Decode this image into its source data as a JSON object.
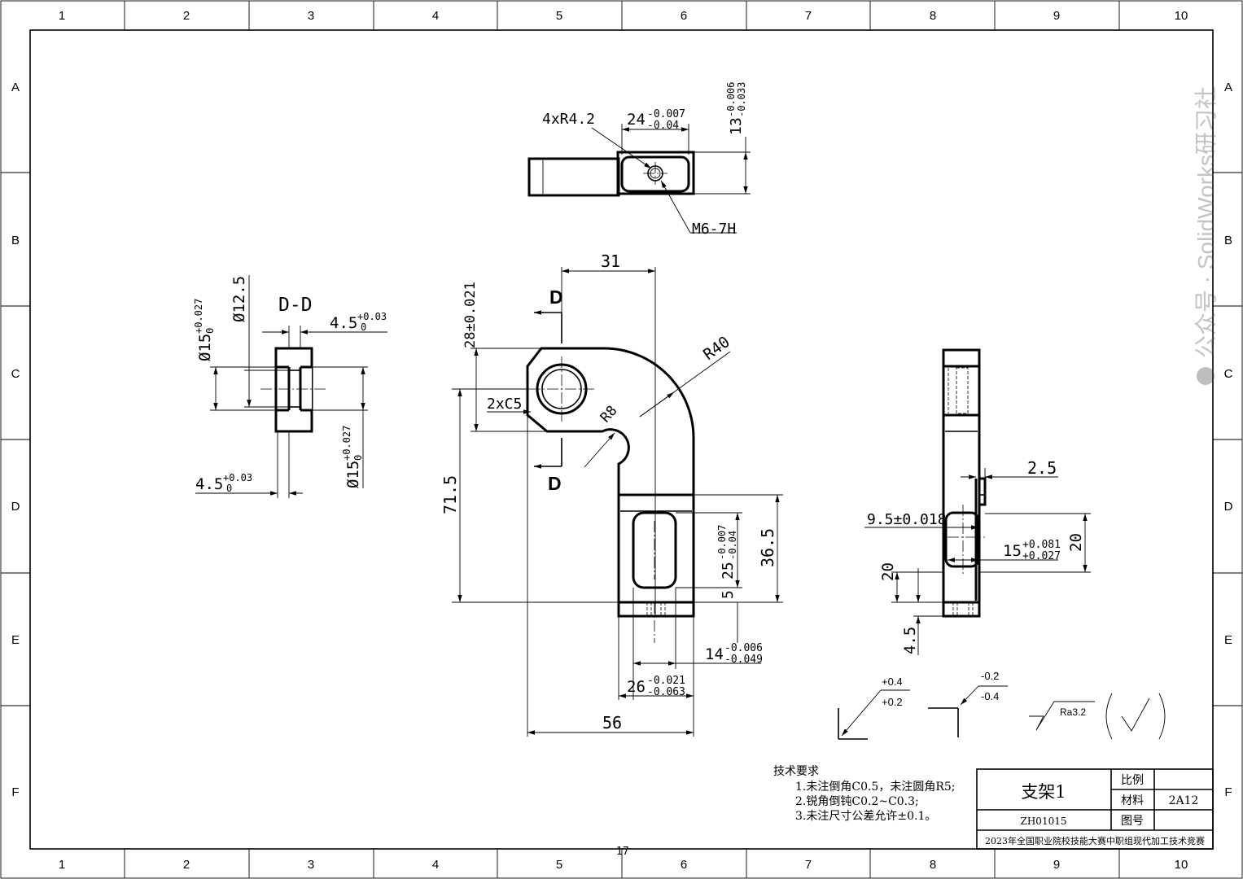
{
  "border": {
    "columns": [
      "1",
      "2",
      "3",
      "4",
      "5",
      "6",
      "7",
      "8",
      "9",
      "10"
    ],
    "rows": [
      "A",
      "B",
      "C",
      "D",
      "E",
      "F"
    ]
  },
  "page_number": "17",
  "watermark": "公众号 · SolidWorks研习社",
  "top_view": {
    "radius_label": "4xR4.2",
    "width_nominal": "24",
    "width_upper": "-0.007",
    "width_lower": "-0.04",
    "height_nominal": "13",
    "height_upper": "-0.006",
    "height_lower": "-0.033",
    "thread_label": "M6-7H"
  },
  "section_view": {
    "title": "D-D",
    "bore_dia_nominal": "Ø15",
    "bore_dia_upper": "+0.027",
    "bore_dia_lower": "0",
    "small_dia": "Ø12.5",
    "depth_top_nominal": "4.5",
    "depth_top_upper": "+0.03",
    "depth_top_lower": "0",
    "depth_bottom_nominal": "4.5",
    "depth_bottom_upper": "+0.03",
    "depth_bottom_lower": "0",
    "bottom_dia_nominal": "Ø15",
    "bottom_dia_upper": "+0.027",
    "bottom_dia_lower": "0"
  },
  "main_view": {
    "section_mark": "D",
    "dim_31": "31",
    "dim_28": "28±0.021",
    "radius_outer": "R40",
    "chamfer": "2xC5",
    "radius_inner": "R8",
    "dim_71_5": "71.5",
    "dim_25_nominal": "25",
    "dim_25_upper": "-0.007",
    "dim_25_lower": "-0.04",
    "dim_36_5": "36.5",
    "dim_5": "5",
    "dim_14_nominal": "14",
    "dim_14_upper": "-0.006",
    "dim_14_lower": "-0.049",
    "dim_26_nominal": "26",
    "dim_26_upper": "-0.021",
    "dim_26_lower": "-0.063",
    "dim_56": "56"
  },
  "side_view": {
    "dim_2_5": "2.5",
    "dim_9_5": "9.5±0.018",
    "dim_15_nominal": "15",
    "dim_15_upper": "+0.081",
    "dim_15_lower": "+0.027",
    "dim_20_right": "20",
    "dim_20_left": "20",
    "dim_4_5": "4.5"
  },
  "symbols": {
    "tol1_upper": "+0.4",
    "tol1_lower": "+0.2",
    "tol2_upper": "-0.2",
    "tol2_lower": "-0.4",
    "roughness": "Ra3.2"
  },
  "tech_requirements": {
    "heading": "技术要求",
    "items": [
      "1.未注倒角C0.5，未注圆角R5;",
      "2.锐角倒钝C0.2~C0.3;",
      "3.未注尺寸公差允许±0.1。"
    ]
  },
  "title_block": {
    "part_name": "支架1",
    "scale_label": "比例",
    "scale_value": "",
    "material_label": "材料",
    "material_value": "2A12",
    "drawing_no_label": "图号",
    "drawing_no_value": "",
    "code": "ZH01015",
    "competition": "2023年全国职业院校技能大赛中职组现代加工技术竞赛"
  }
}
